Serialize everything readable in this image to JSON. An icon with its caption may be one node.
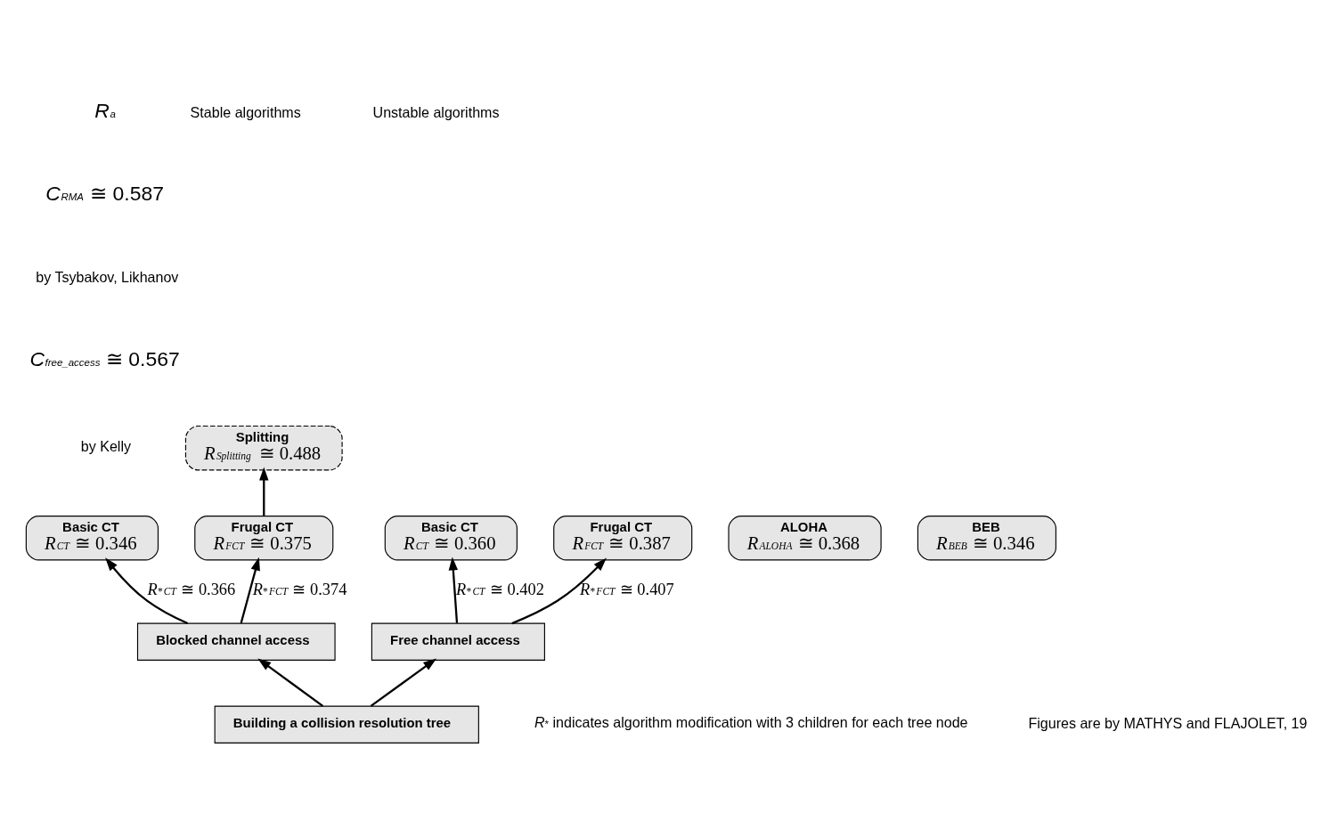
{
  "diagram": {
    "nodes": [
      {
        "text": [
          "Building a collision resolution tree"
        ]
      },
      {
        "text": [
          "Blocked channel access"
        ]
      },
      {
        "text": [
          "Free channel access"
        ]
      },
      {
        "text": [
          "Basic CT",
          "*R*$_{CT}$ ≅ 0.346"
        ]
      },
      {
        "text": [
          "Frugal CT",
          "*R*$_{FCT}$ ≅ 0.375"
        ]
      },
      {
        "text": [
          "Splitting",
          "*R*$_{Splitting}$ ≅ 0.488"
        ]
      },
      {
        "text": [
          "Basic CT",
          "*R*$_{CT}$ ≅ 0.360"
        ]
      },
      {
        "text": [
          "Frugal CT",
          "*R*$_{FCT}$ ≅ 0.387"
        ]
      },
      {
        "text": [
          "ALOHA",
          "*R*$_{ALOHA}$ ≅ 0.368"
        ]
      },
      {
        "text": [
          "BEB",
          "*R*$_{BEB}$ ≅ 0.346"
        ]
      }
    ],
    "edges": [
      {
        "from": 0,
        "to": 1,
        "arrow": "to"
      },
      {
        "from": 0,
        "to": 2,
        "arrow": "to"
      },
      {
        "from": 1,
        "to": 3,
        "arrow": "to",
        "label": "*R*$^{*}$$_{CT}$ ≅ 0.366"
      },
      {
        "from": 1,
        "to": 4,
        "arrow": "to",
        "label": "*R*$^{*}$$_{FCT}$ ≅ 0.374"
      },
      {
        "from": 4,
        "to": 5,
        "arrow": "to"
      },
      {
        "from": 2,
        "to": 6,
        "arrow": "to",
        "label": "*R*$^{*}$$_{CT}$ ≅ 0.402"
      },
      {
        "from": 2,
        "to": 7,
        "arrow": "to",
        "label": "*R*$^{*}$$_{FCT}$ ≅ 0.407"
      }
    ],
    "labels": [
      "*R*$_{a}$",
      "*C*$_{RMA}$ ≅ 0.587",
      "by Tsybakov, Likhanov",
      "*C*$_{free_access}$ ≅ 0.567",
      "by Kelly",
      "Stable algorithms",
      "Unstable algorithms",
      "*R*$^{*}$ indicates algorithm modification with 3 children for each tree node",
      "Figures are by MATHYS and FLAJOLET, 19"
    ]
  }
}
